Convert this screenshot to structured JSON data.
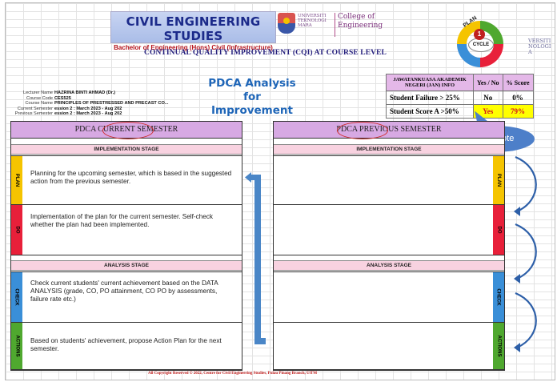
{
  "header": {
    "title": "CIVIL ENGINEERING STUDIES",
    "subtitle": "Bachelor of Engineering (Hons) Civil (Infrastructure)",
    "uitm_text": "UNIVERSITI TEKNOLOGI MARA",
    "college_line1": "College of",
    "college_line2": "Engineering",
    "cqi_title": "CONTINUAL QUALITY IMPROVEMENT (CQI) AT COURSE LEVEL",
    "right_deco": "VERSITI NOLOGI A"
  },
  "cycle": {
    "number": "1",
    "label": "CYCLE",
    "plan": "PLAN"
  },
  "lecturer_info": {
    "labels": [
      "Lecturer Name",
      "Course Code",
      "Course Name",
      "Current Semester",
      "Previous Semester"
    ],
    "values": [
      "HAZRINA BINTI AHMAD (Dr.)",
      "CES525",
      "PRINCIPLES OF PRESTRESSED AND PRECAST CO...",
      "ession 2 : March 2023 - Aug 202",
      "ession 2 : March 2023 - Aug 202"
    ]
  },
  "analysis_title": "PDCA Analysis for Improvement",
  "jawatankuasa": {
    "header": "JAWATANKUASA AKADEMIK NEGERI (JAN) INFO",
    "col_yesno": "Yes / No",
    "col_score": "% Score",
    "rows": [
      {
        "label": "Student Failure > 25%",
        "yesno": "No",
        "score": "0%"
      },
      {
        "label": "Student Score A >50%",
        "yesno": "Yes",
        "score": "79%"
      }
    ]
  },
  "callout": "Take note",
  "current_panel": {
    "title": "PDCA CURRENT SEMESTER",
    "implementation_stage": "IMPLEMENTATION STAGE",
    "analysis_stage": "ANALYSIS STAGE",
    "steps": {
      "plan": {
        "tab": "PLAN",
        "text": "Planning for the upcoming semester, which is based in the suggested action from the previous semester."
      },
      "do": {
        "tab": "DO",
        "text": "Implementation of the plan for the current semester. Self-check whether the plan had been implemented."
      },
      "check": {
        "tab": "CHECK",
        "text": "Check current students' current achievement based on the DATA ANALYSIS (grade, CO, PO attainment, CO PO by assessments, failure rate etc.)"
      },
      "actions": {
        "tab": "ACTIONS",
        "text": "Based on students' achievement, propose Action Plan for the next semester."
      }
    }
  },
  "previous_panel": {
    "title": "PDCA PREVIOUS SEMESTER",
    "implementation_stage": "IMPLEMENTATION STAGE",
    "analysis_stage": "ANALYSIS STAGE",
    "tabs": {
      "plan": "PLAN",
      "do": "DO",
      "check": "CHECK",
      "actions": "ACTIONS"
    }
  },
  "footer": "All Copyright Reserved © 2022, Centre for Civil Engineering Studies, Pulau Pinang Branch, UiTM",
  "colors": {
    "plan": "#f5c400",
    "do": "#e8203a",
    "check": "#3a8fd8",
    "actions": "#4fa82f",
    "panel_header": "#d7a9e3",
    "stage": "#f8d2e0",
    "callout": "#4d7fc9"
  }
}
